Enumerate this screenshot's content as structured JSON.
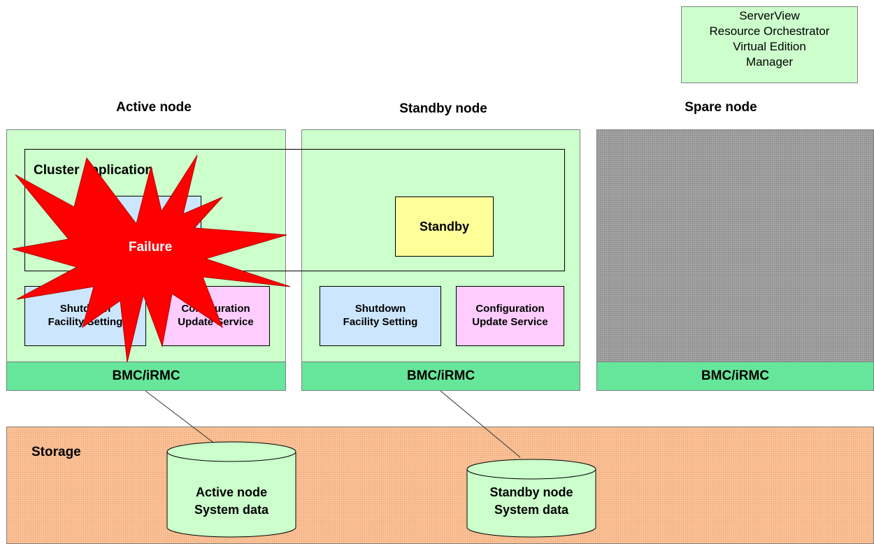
{
  "manager": {
    "lines": [
      "ServerView",
      "Resource Orchestrator",
      "Virtual Edition",
      "Manager"
    ]
  },
  "nodes": {
    "active": {
      "title": "Active node",
      "cluster_label": "Cluster application",
      "shutdown_lines": [
        "Shutdown",
        "Facility  Setting"
      ],
      "config_lines": [
        "Configuration",
        "Update Service"
      ],
      "bmc": "BMC/iRMC"
    },
    "standby": {
      "title": "Standby node",
      "status": "Standby",
      "shutdown_lines": [
        "Shutdown",
        "Facility  Setting"
      ],
      "config_lines": [
        "Configuration",
        "Update Service"
      ],
      "bmc": "BMC/iRMC"
    },
    "spare": {
      "title": "Spare node",
      "bmc": "BMC/iRMC"
    }
  },
  "failure": {
    "label": "Failure"
  },
  "storage": {
    "label": "Storage",
    "disks": [
      {
        "lines": [
          "Active node",
          "System data"
        ]
      },
      {
        "lines": [
          "Standby node",
          "System data"
        ]
      }
    ]
  },
  "colors": {
    "node": "#ccffcc",
    "bmc": "#66e69a",
    "shutdown": "#cce6ff",
    "config": "#ffccff",
    "standby": "#ffff99",
    "storage": "#ffc499",
    "spare": "#a6a6a6",
    "failure": "#ff0000"
  }
}
